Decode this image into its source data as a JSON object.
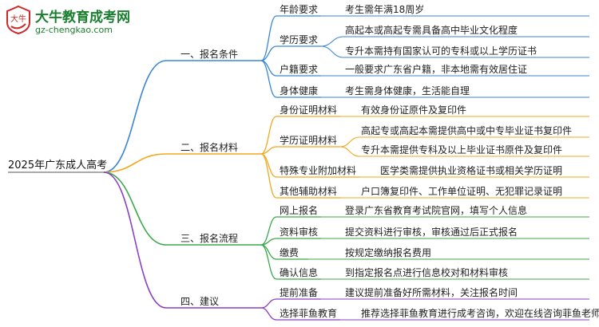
{
  "logo": {
    "title": "大牛教育成考网",
    "url": "gz-chengkao.com",
    "badge_text": "大牛"
  },
  "root": "2025年广东成人高考",
  "branches": [
    {
      "label": "一、报名条件",
      "color": "#3a86d4",
      "children": [
        {
          "label": "年龄要求",
          "leaves": [
            "考生需年满18周岁"
          ]
        },
        {
          "label": "学历要求",
          "leaves": [
            "高起本或高起专需具备高中毕业文化程度",
            "专升本需持有国家认可的专科或以上学历证书"
          ]
        },
        {
          "label": "户籍要求",
          "leaves": [
            "一般要求广东省户籍，非本地需有效居住证"
          ]
        },
        {
          "label": "身体健康",
          "leaves": [
            "考生需身体健康，生活能自理"
          ]
        }
      ]
    },
    {
      "label": "二、报名材料",
      "color": "#f2a81d",
      "children": [
        {
          "label": "身份证明材料",
          "leaves": [
            "有效身份证原件及复印件"
          ]
        },
        {
          "label": "学历证明材料",
          "leaves": [
            "高起专或高起本需提供高中或中专毕业证书复印件",
            "专升本需提供专科及以上毕业证书原件及复印件"
          ]
        },
        {
          "label": "特殊专业附加材料",
          "leaves": [
            "医学类需提供执业资格证书或相关学历证明"
          ]
        },
        {
          "label": "其他辅助材料",
          "leaves": [
            "户口簿复印件、工作单位证明、无犯罪记录证明"
          ]
        }
      ]
    },
    {
      "label": "三、报名流程",
      "color": "#3aa84a",
      "children": [
        {
          "label": "网上报名",
          "leaves": [
            "登录广东省教育考试院官网，填写个人信息"
          ]
        },
        {
          "label": "资料审核",
          "leaves": [
            "提交资料进行审核，审核通过后正式报名"
          ]
        },
        {
          "label": "缴费",
          "leaves": [
            "按规定缴纳报名费用"
          ]
        },
        {
          "label": "确认信息",
          "leaves": [
            "到指定报名点进行信息校对和材料审核"
          ]
        }
      ]
    },
    {
      "label": "四、建议",
      "color": "#8a3fc4",
      "children": [
        {
          "label": "提前准备",
          "leaves": [
            "建议提前准备好所需材料，关注报名时间"
          ]
        },
        {
          "label": "选择菲鱼教育",
          "leaves": [
            "推荐选择菲鱼教育进行成考咨询，欢迎在线咨询菲鱼老师"
          ]
        }
      ]
    }
  ]
}
